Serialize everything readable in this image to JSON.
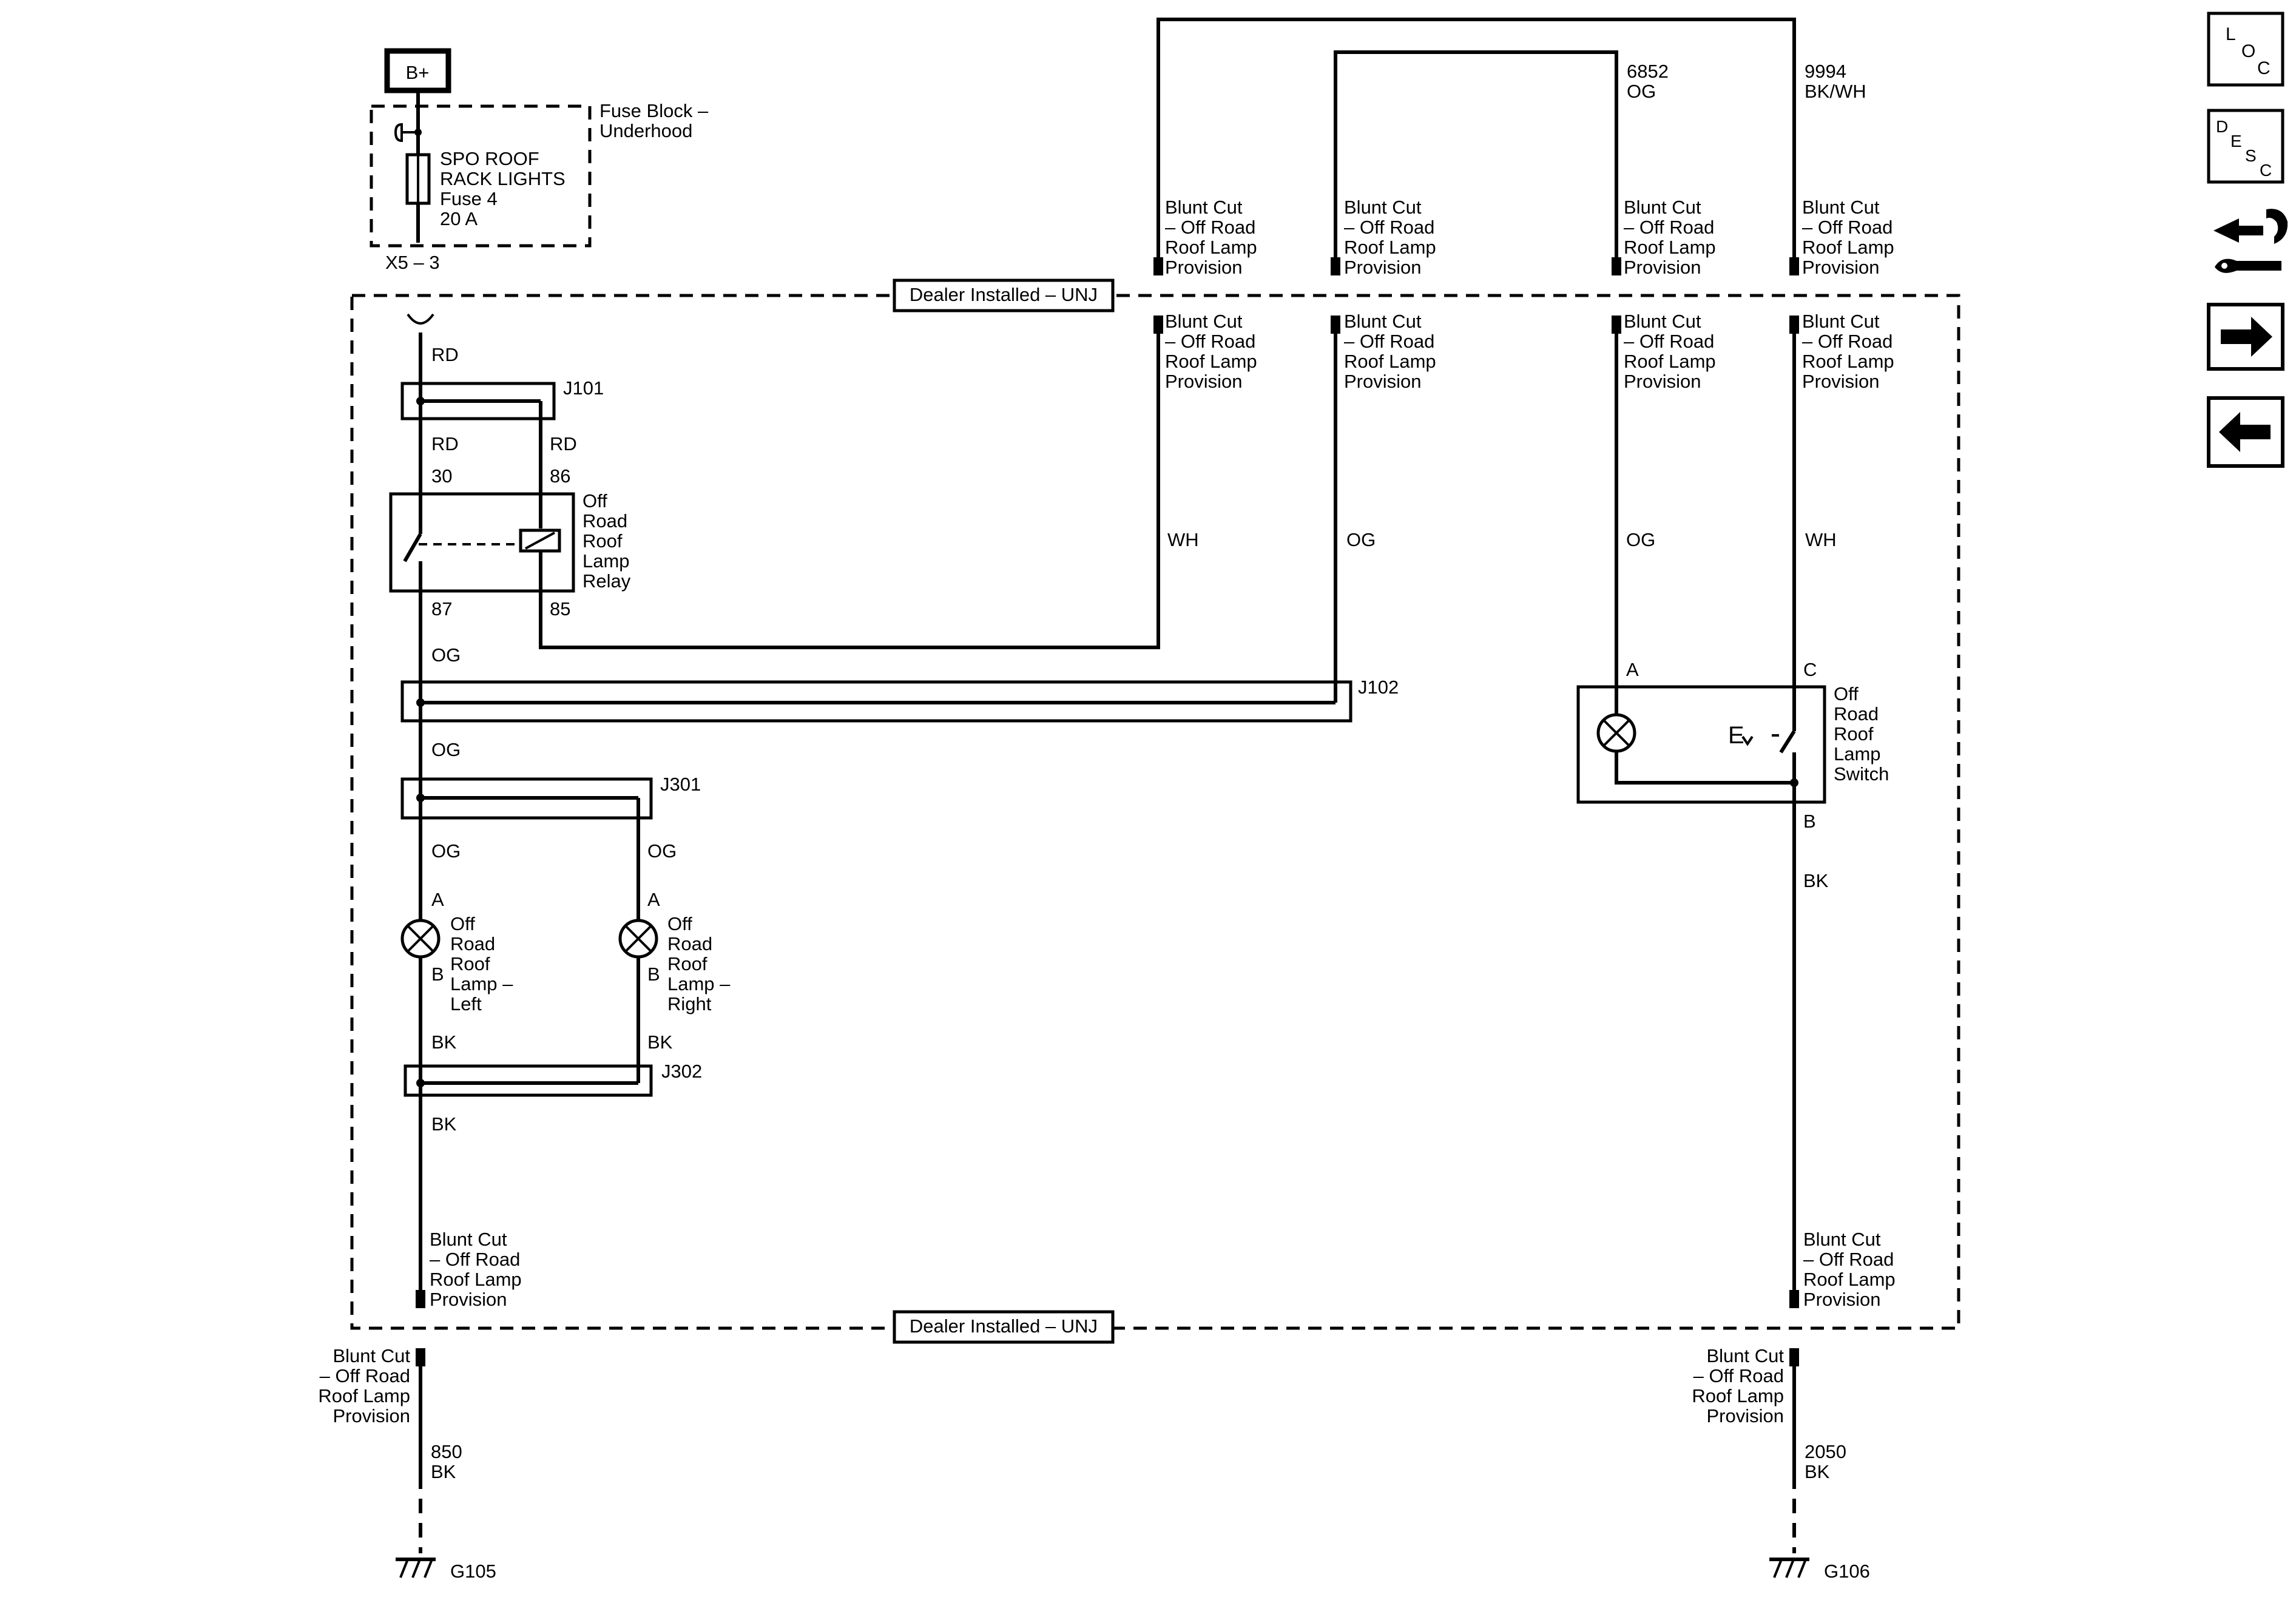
{
  "power": {
    "label": "B+"
  },
  "fuse_block": {
    "title_line1": "Fuse Block –",
    "title_line2": "Underhood",
    "fuse_line1": "SPO ROOF",
    "fuse_line2": "RACK LIGHTS",
    "fuse_line3": "Fuse 4",
    "fuse_line4": "20 A",
    "connector": "X5 – 3"
  },
  "dealer_installed": {
    "label": "Dealer Installed – UNJ"
  },
  "blunt_cut": {
    "line1": "Blunt Cut",
    "line2": "– Off Road",
    "line3": "Roof Lamp",
    "line4": "Provision"
  },
  "top_circuits": {
    "c6852": {
      "number": "6852",
      "color": "OG"
    },
    "c9994": {
      "number": "9994",
      "color": "BK/WH"
    }
  },
  "wires": {
    "rd": "RD",
    "og": "OG",
    "wh": "WH",
    "bk": "BK"
  },
  "splices": {
    "j101": "J101",
    "j102": "J102",
    "j301": "J301",
    "j302": "J302"
  },
  "relay": {
    "line1": "Off",
    "line2": "Road",
    "line3": "Roof",
    "line4": "Lamp",
    "line5": "Relay",
    "pin30": "30",
    "pin86": "86",
    "pin87": "87",
    "pin85": "85"
  },
  "switch": {
    "line1": "Off",
    "line2": "Road",
    "line3": "Roof",
    "line4": "Lamp",
    "line5": "Switch",
    "pinA": "A",
    "pinB": "B",
    "pinC": "C"
  },
  "lamp_left": {
    "line1": "Off",
    "line2": "Road",
    "line3": "Roof",
    "line4": "Lamp –",
    "line5": "Left",
    "pinA": "A",
    "pinB": "B"
  },
  "lamp_right": {
    "line1": "Off",
    "line2": "Road",
    "line3": "Roof",
    "line4": "Lamp –",
    "line5": "Right",
    "pinA": "A",
    "pinB": "B"
  },
  "grounds": {
    "left": {
      "circuit": "850",
      "color": "BK",
      "name": "G105"
    },
    "right": {
      "circuit": "2050",
      "color": "BK",
      "name": "G106"
    }
  },
  "nav": {
    "loc": {
      "l": "L",
      "o": "O",
      "c": "C"
    },
    "desc": {
      "d": "D",
      "e": "E",
      "s": "S",
      "c": "C"
    },
    "icons": [
      "diagnostic-tools-icon",
      "arrow-right-icon",
      "arrow-left-icon"
    ]
  }
}
